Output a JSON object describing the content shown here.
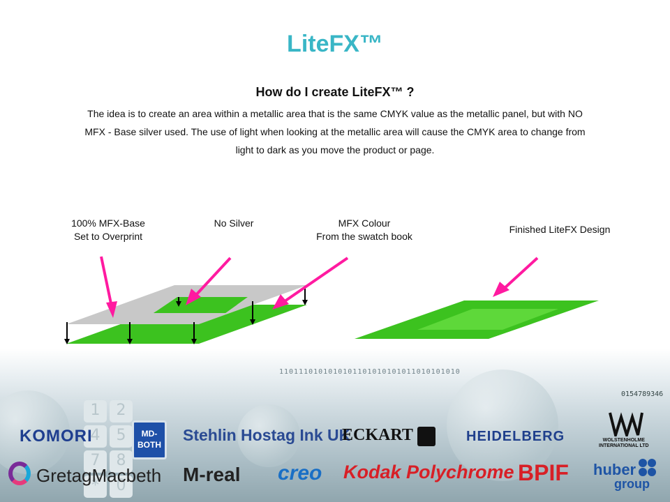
{
  "title": "LiteFX™",
  "subtitle": "How do I create LiteFX™ ?",
  "body": [
    "The idea is to create an area within a metallic area that is the same CMYK value as the metallic panel, but with NO",
    "MFX - Base silver used. The use of light when looking at the metallic area will cause the CMYK area to change from",
    "light to dark as you move the product or page."
  ],
  "labels": {
    "mfx_base": [
      "100% MFX-Base",
      "Set to Overprint"
    ],
    "no_silver": "No Silver",
    "mfx_colour": [
      "MFX Colour",
      "From the swatch book"
    ],
    "finished": "Finished LiteFX Design"
  },
  "colors": {
    "title": "#39b6c6",
    "silver": "#c8c8c8",
    "green": "#3cc21f",
    "green_light": "#5ed83a",
    "pointer": "#ff1aa0",
    "arrow": "#000000"
  },
  "footer": {
    "digits": "1101110101010101101010101011010101010",
    "digits2": "0154789346",
    "keypad": [
      "1",
      "2",
      "4",
      "5",
      "7",
      "8",
      "*",
      "0"
    ],
    "logos": {
      "komori": "KOMORI",
      "mdboth": [
        "MD-",
        "BOTH"
      ],
      "stehlin": "Stehlin Hostag Ink UK",
      "eckart": "ECKART",
      "heidelberg": "HEIDELBERG",
      "wolstenholme": [
        "WOLSTENHOLME",
        "INTERNATIONAL LTD"
      ],
      "gretag": "GretagMacbeth",
      "mreal": "M-real",
      "creo": "creo",
      "kodak": "Kodak Polychrome",
      "bpif": "BPIF",
      "huber": [
        "huber",
        "group"
      ]
    }
  }
}
